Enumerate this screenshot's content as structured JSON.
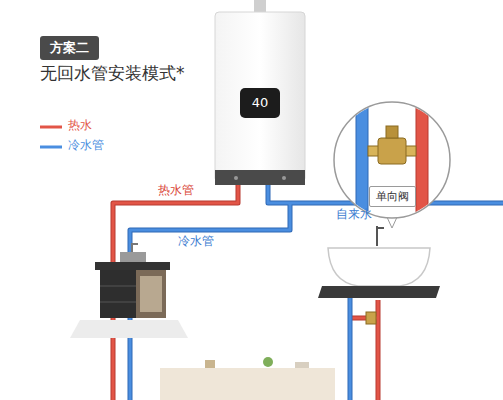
{
  "diagram": {
    "title": "无回水管安装模式*",
    "nodes": [
      {
        "text": [
          "方案二"
        ]
      },
      {
        "text": [
          "单向阀"
        ]
      }
    ],
    "labels": [
      "40",
      "热水管",
      "冷水管",
      "自来水"
    ],
    "legend": [
      {
        "text": "热水"
      },
      {
        "text": "冷水管"
      }
    ]
  }
}
